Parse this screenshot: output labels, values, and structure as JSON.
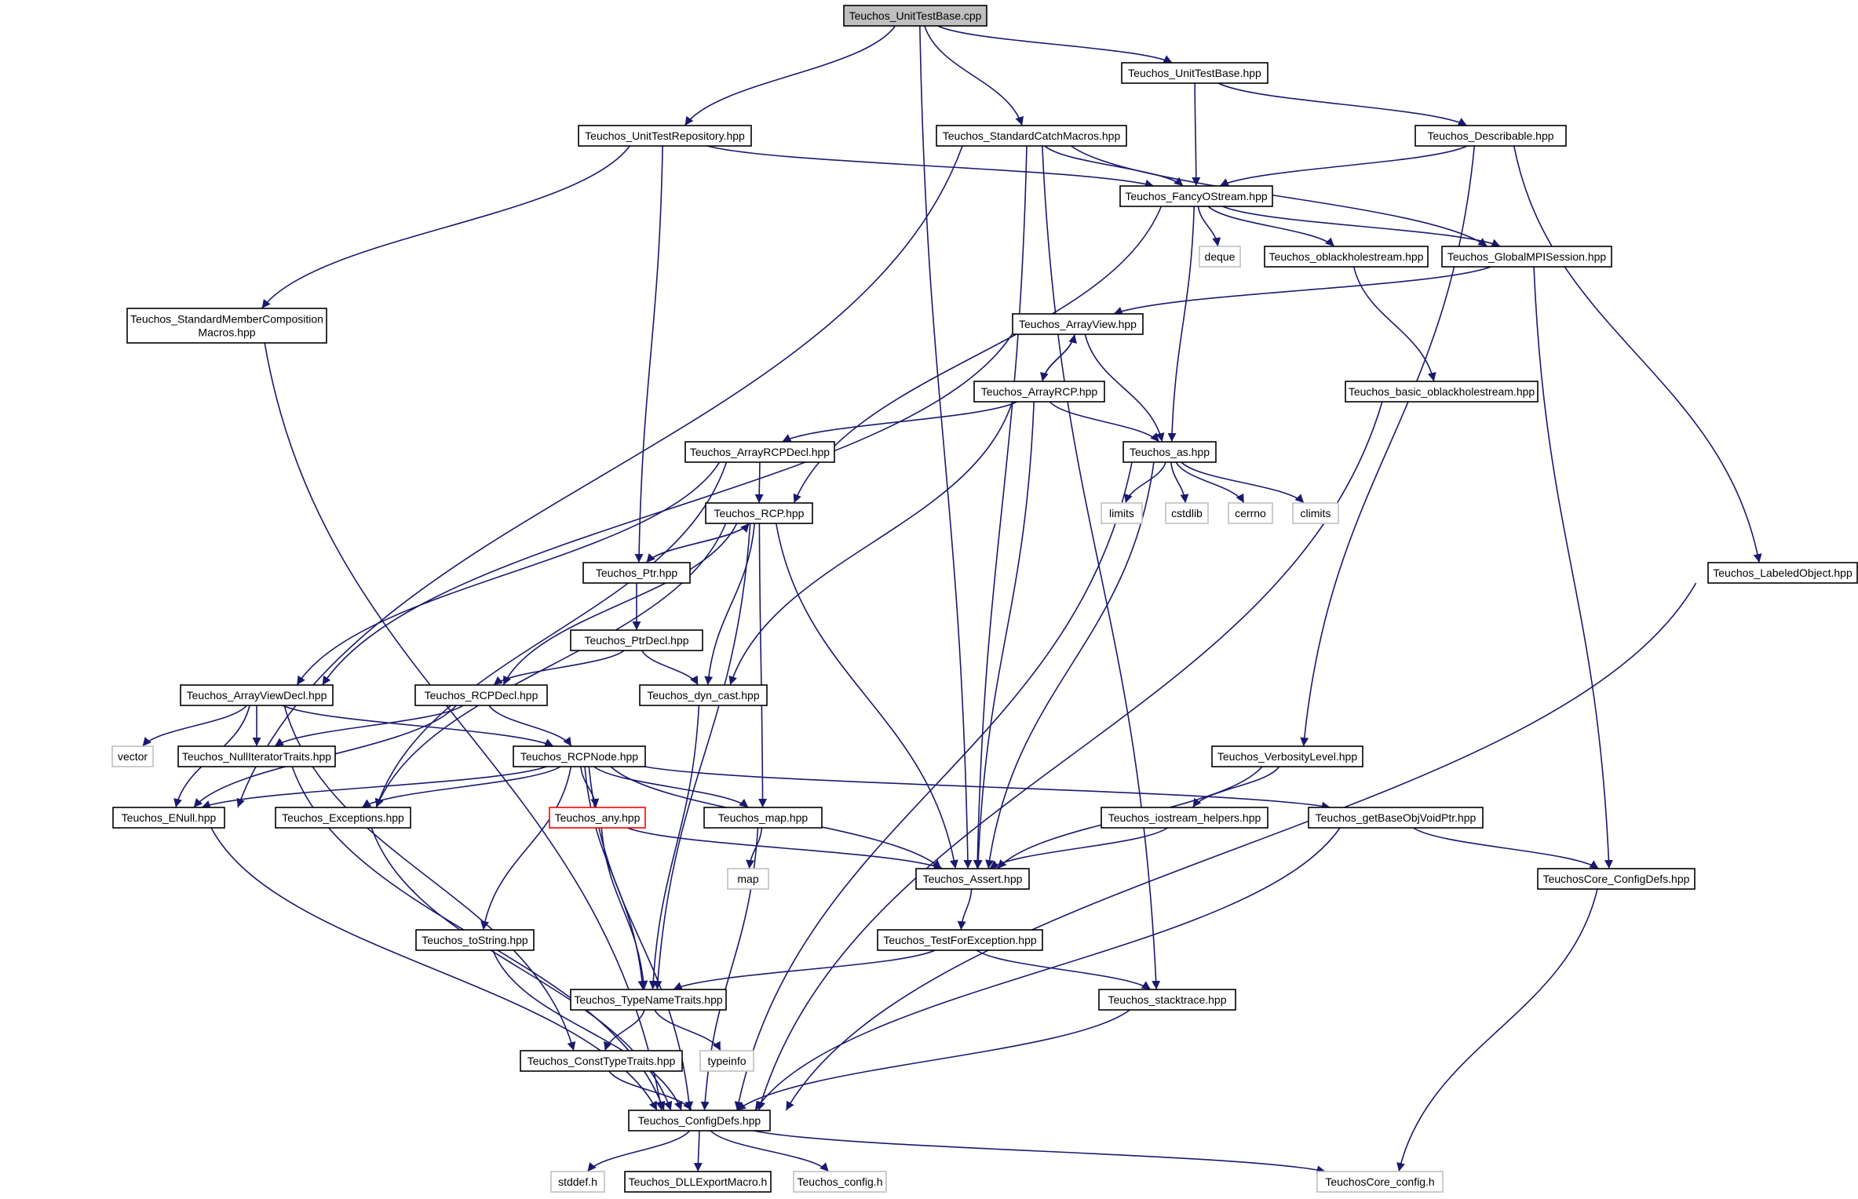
{
  "graph": {
    "edge_color": "#191970",
    "root_fill": "#bfbfbf",
    "nodes": [
      {
        "id": "root",
        "lines": [
          "Teuchos_UnitTestBase.cpp"
        ],
        "style": "root"
      },
      {
        "id": "utbhpp",
        "lines": [
          "Teuchos_UnitTestBase.hpp"
        ],
        "style": "normal"
      },
      {
        "id": "utrepo",
        "lines": [
          "Teuchos_UnitTestRepository.hpp"
        ],
        "style": "normal"
      },
      {
        "id": "stdcatch",
        "lines": [
          "Teuchos_StandardCatchMacros.hpp"
        ],
        "style": "normal"
      },
      {
        "id": "describ",
        "lines": [
          "Teuchos_Describable.hpp"
        ],
        "style": "normal"
      },
      {
        "id": "fancy",
        "lines": [
          "Teuchos_FancyOStream.hpp"
        ],
        "style": "normal"
      },
      {
        "id": "deque",
        "lines": [
          "deque"
        ],
        "style": "external"
      },
      {
        "id": "oblack",
        "lines": [
          "Teuchos_oblackholestream.hpp"
        ],
        "style": "normal"
      },
      {
        "id": "mpi",
        "lines": [
          "Teuchos_GlobalMPISession.hpp"
        ],
        "style": "normal"
      },
      {
        "id": "stdmember",
        "lines": [
          "Teuchos_StandardMemberComposition",
          "Macros.hpp"
        ],
        "style": "normal"
      },
      {
        "id": "arrview",
        "lines": [
          "Teuchos_ArrayView.hpp"
        ],
        "style": "normal"
      },
      {
        "id": "arrrcp",
        "lines": [
          "Teuchos_ArrayRCP.hpp"
        ],
        "style": "normal"
      },
      {
        "id": "basicob",
        "lines": [
          "Teuchos_basic_oblackholestream.hpp"
        ],
        "style": "normal"
      },
      {
        "id": "arrrcpdecl",
        "lines": [
          "Teuchos_ArrayRCPDecl.hpp"
        ],
        "style": "normal"
      },
      {
        "id": "as",
        "lines": [
          "Teuchos_as.hpp"
        ],
        "style": "normal"
      },
      {
        "id": "rcp",
        "lines": [
          "Teuchos_RCP.hpp"
        ],
        "style": "normal"
      },
      {
        "id": "limits",
        "lines": [
          "limits"
        ],
        "style": "external"
      },
      {
        "id": "cstdlib",
        "lines": [
          "cstdlib"
        ],
        "style": "external"
      },
      {
        "id": "cerrno",
        "lines": [
          "cerrno"
        ],
        "style": "external"
      },
      {
        "id": "climits",
        "lines": [
          "climits"
        ],
        "style": "external"
      },
      {
        "id": "ptr",
        "lines": [
          "Teuchos_Ptr.hpp"
        ],
        "style": "normal"
      },
      {
        "id": "labeled",
        "lines": [
          "Teuchos_LabeledObject.hpp"
        ],
        "style": "normal"
      },
      {
        "id": "ptrdecl",
        "lines": [
          "Teuchos_PtrDecl.hpp"
        ],
        "style": "normal"
      },
      {
        "id": "arrviewdecl",
        "lines": [
          "Teuchos_ArrayViewDecl.hpp"
        ],
        "style": "normal"
      },
      {
        "id": "rcpdecl",
        "lines": [
          "Teuchos_RCPDecl.hpp"
        ],
        "style": "normal"
      },
      {
        "id": "dyncast",
        "lines": [
          "Teuchos_dyn_cast.hpp"
        ],
        "style": "normal"
      },
      {
        "id": "vector",
        "lines": [
          "vector"
        ],
        "style": "external"
      },
      {
        "id": "nulliter",
        "lines": [
          "Teuchos_NullIteratorTraits.hpp"
        ],
        "style": "normal"
      },
      {
        "id": "rcpnode",
        "lines": [
          "Teuchos_RCPNode.hpp"
        ],
        "style": "normal"
      },
      {
        "id": "verb",
        "lines": [
          "Teuchos_VerbosityLevel.hpp"
        ],
        "style": "normal"
      },
      {
        "id": "enull",
        "lines": [
          "Teuchos_ENull.hpp"
        ],
        "style": "normal"
      },
      {
        "id": "except",
        "lines": [
          "Teuchos_Exceptions.hpp"
        ],
        "style": "normal"
      },
      {
        "id": "any",
        "lines": [
          "Teuchos_any.hpp"
        ],
        "style": "red"
      },
      {
        "id": "map_hpp",
        "lines": [
          "Teuchos_map.hpp"
        ],
        "style": "normal"
      },
      {
        "id": "iohelp",
        "lines": [
          "Teuchos_iostream_helpers.hpp"
        ],
        "style": "normal"
      },
      {
        "id": "getbase",
        "lines": [
          "Teuchos_getBaseObjVoidPtr.hpp"
        ],
        "style": "normal"
      },
      {
        "id": "map",
        "lines": [
          "map"
        ],
        "style": "external"
      },
      {
        "id": "assert",
        "lines": [
          "Teuchos_Assert.hpp"
        ],
        "style": "normal"
      },
      {
        "id": "corecfg",
        "lines": [
          "TeuchosCore_ConfigDefs.hpp"
        ],
        "style": "normal"
      },
      {
        "id": "tostring",
        "lines": [
          "Teuchos_toString.hpp"
        ],
        "style": "normal"
      },
      {
        "id": "testexc",
        "lines": [
          "Teuchos_TestForException.hpp"
        ],
        "style": "normal"
      },
      {
        "id": "typename",
        "lines": [
          "Teuchos_TypeNameTraits.hpp"
        ],
        "style": "normal"
      },
      {
        "id": "stack",
        "lines": [
          "Teuchos_stacktrace.hpp"
        ],
        "style": "normal"
      },
      {
        "id": "consttype",
        "lines": [
          "Teuchos_ConstTypeTraits.hpp"
        ],
        "style": "normal"
      },
      {
        "id": "typeinfo",
        "lines": [
          "typeinfo"
        ],
        "style": "external"
      },
      {
        "id": "configdefs",
        "lines": [
          "Teuchos_ConfigDefs.hpp"
        ],
        "style": "normal"
      },
      {
        "id": "stddef",
        "lines": [
          "stddef.h"
        ],
        "style": "external"
      },
      {
        "id": "dll",
        "lines": [
          "Teuchos_DLLExportMacro.h"
        ],
        "style": "normal"
      },
      {
        "id": "tconfig",
        "lines": [
          "Teuchos_config.h"
        ],
        "style": "external"
      },
      {
        "id": "coreconfigh",
        "lines": [
          "TeuchosCore_config.h"
        ],
        "style": "external"
      }
    ],
    "edges": [
      [
        "root",
        "utbhpp"
      ],
      [
        "root",
        "utrepo"
      ],
      [
        "root",
        "stdcatch"
      ],
      [
        "root",
        "assert"
      ],
      [
        "utbhpp",
        "describ"
      ],
      [
        "utbhpp",
        "fancy"
      ],
      [
        "utrepo",
        "fancy"
      ],
      [
        "utrepo",
        "stdmember"
      ],
      [
        "utrepo",
        "ptr"
      ],
      [
        "stdcatch",
        "fancy"
      ],
      [
        "stdcatch",
        "mpi"
      ],
      [
        "stdcatch",
        "assert"
      ],
      [
        "stdcatch",
        "enull"
      ],
      [
        "stdcatch",
        "stack"
      ],
      [
        "describ",
        "fancy"
      ],
      [
        "describ",
        "verb"
      ],
      [
        "describ",
        "labeled"
      ],
      [
        "fancy",
        "deque"
      ],
      [
        "fancy",
        "oblack"
      ],
      [
        "fancy",
        "mpi"
      ],
      [
        "fancy",
        "as"
      ],
      [
        "fancy",
        "rcp"
      ],
      [
        "oblack",
        "basicob"
      ],
      [
        "mpi",
        "arrview"
      ],
      [
        "mpi",
        "corecfg"
      ],
      [
        "stdmember",
        "configdefs"
      ],
      [
        "arrview",
        "arrrcp"
      ],
      [
        "arrview",
        "as"
      ],
      [
        "arrview",
        "arrviewdecl"
      ],
      [
        "arrrcp",
        "arrview"
      ],
      [
        "arrrcp",
        "arrrcpdecl"
      ],
      [
        "arrrcp",
        "as"
      ],
      [
        "arrrcp",
        "assert"
      ],
      [
        "arrrcp",
        "dyncast"
      ],
      [
        "basicob",
        "configdefs"
      ],
      [
        "arrrcpdecl",
        "rcp"
      ],
      [
        "arrrcpdecl",
        "arrviewdecl"
      ],
      [
        "arrrcpdecl",
        "except"
      ],
      [
        "as",
        "limits"
      ],
      [
        "as",
        "cstdlib"
      ],
      [
        "as",
        "cerrno"
      ],
      [
        "as",
        "climits"
      ],
      [
        "as",
        "assert"
      ],
      [
        "as",
        "configdefs"
      ],
      [
        "rcp",
        "ptr"
      ],
      [
        "rcp",
        "rcpdecl"
      ],
      [
        "rcp",
        "dyncast"
      ],
      [
        "rcp",
        "assert"
      ],
      [
        "rcp",
        "except"
      ],
      [
        "rcp",
        "map_hpp"
      ],
      [
        "rcp",
        "typename"
      ],
      [
        "ptr",
        "rcp"
      ],
      [
        "ptr",
        "ptrdecl"
      ],
      [
        "ptrdecl",
        "rcpdecl"
      ],
      [
        "ptrdecl",
        "dyncast"
      ],
      [
        "labeled",
        "configdefs"
      ],
      [
        "arrviewdecl",
        "vector"
      ],
      [
        "arrviewdecl",
        "nulliter"
      ],
      [
        "arrviewdecl",
        "enull"
      ],
      [
        "arrviewdecl",
        "rcpnode"
      ],
      [
        "arrviewdecl",
        "consttype"
      ],
      [
        "rcpdecl",
        "nulliter"
      ],
      [
        "rcpdecl",
        "rcpnode"
      ],
      [
        "rcpdecl",
        "enull"
      ],
      [
        "dyncast",
        "typename"
      ],
      [
        "nulliter",
        "configdefs"
      ],
      [
        "rcpnode",
        "enull"
      ],
      [
        "rcpnode",
        "except"
      ],
      [
        "rcpnode",
        "any"
      ],
      [
        "rcpnode",
        "map_hpp"
      ],
      [
        "rcpnode",
        "assert"
      ],
      [
        "rcpnode",
        "getbase"
      ],
      [
        "rcpnode",
        "tostring"
      ],
      [
        "rcpnode",
        "typename"
      ],
      [
        "rcpnode",
        "configdefs"
      ],
      [
        "verb",
        "iohelp"
      ],
      [
        "verb",
        "assert"
      ],
      [
        "enull",
        "configdefs"
      ],
      [
        "except",
        "configdefs"
      ],
      [
        "any",
        "assert"
      ],
      [
        "any",
        "typename"
      ],
      [
        "map_hpp",
        "map"
      ],
      [
        "map_hpp",
        "configdefs"
      ],
      [
        "iohelp",
        "assert"
      ],
      [
        "getbase",
        "corecfg"
      ],
      [
        "getbase",
        "configdefs"
      ],
      [
        "assert",
        "testexc"
      ],
      [
        "corecfg",
        "coreconfigh"
      ],
      [
        "tostring",
        "configdefs"
      ],
      [
        "testexc",
        "typename"
      ],
      [
        "testexc",
        "stack"
      ],
      [
        "typename",
        "consttype"
      ],
      [
        "typename",
        "typeinfo"
      ],
      [
        "stack",
        "configdefs"
      ],
      [
        "consttype",
        "configdefs"
      ],
      [
        "configdefs",
        "stddef"
      ],
      [
        "configdefs",
        "dll"
      ],
      [
        "configdefs",
        "tconfig"
      ],
      [
        "configdefs",
        "coreconfigh"
      ]
    ]
  }
}
